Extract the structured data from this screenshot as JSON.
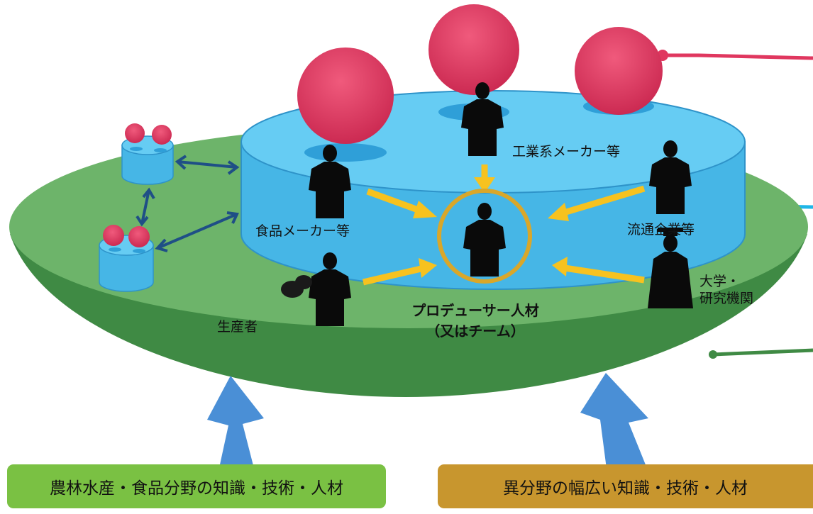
{
  "labels": {
    "industrial_maker": "工業系メーカー等",
    "food_maker": "食品メーカー等",
    "distribution": "流通企業等",
    "university_line1": "大学・",
    "university_line2": "研究機関",
    "producer": "生産者",
    "producer_talent_line1": "プロデューサー人材",
    "producer_talent_line2": "（又はチーム）"
  },
  "bottom_boxes": {
    "left": "農林水産・食品分野の知識・技術・人材",
    "right": "異分野の幅広い知識・技術・人材"
  },
  "colors": {
    "ground_green": "#6db46a",
    "ground_dark": "#3f8a44",
    "pool_blue": "#5ec8f0",
    "ball_red": "#e0375f",
    "arrow_yellow": "#f7c21f",
    "arrow_blue": "#4a8fd6",
    "link_navy": "#1f4f86",
    "box_green": "#7ac143",
    "box_gold": "#c8962e",
    "line_pink": "#e0375f",
    "line_cyan": "#1fb6e8",
    "line_green": "#3f8a44"
  },
  "icons": [
    "person-silhouette-icon",
    "graduate-silhouette-icon",
    "producer-silhouette-icon"
  ]
}
